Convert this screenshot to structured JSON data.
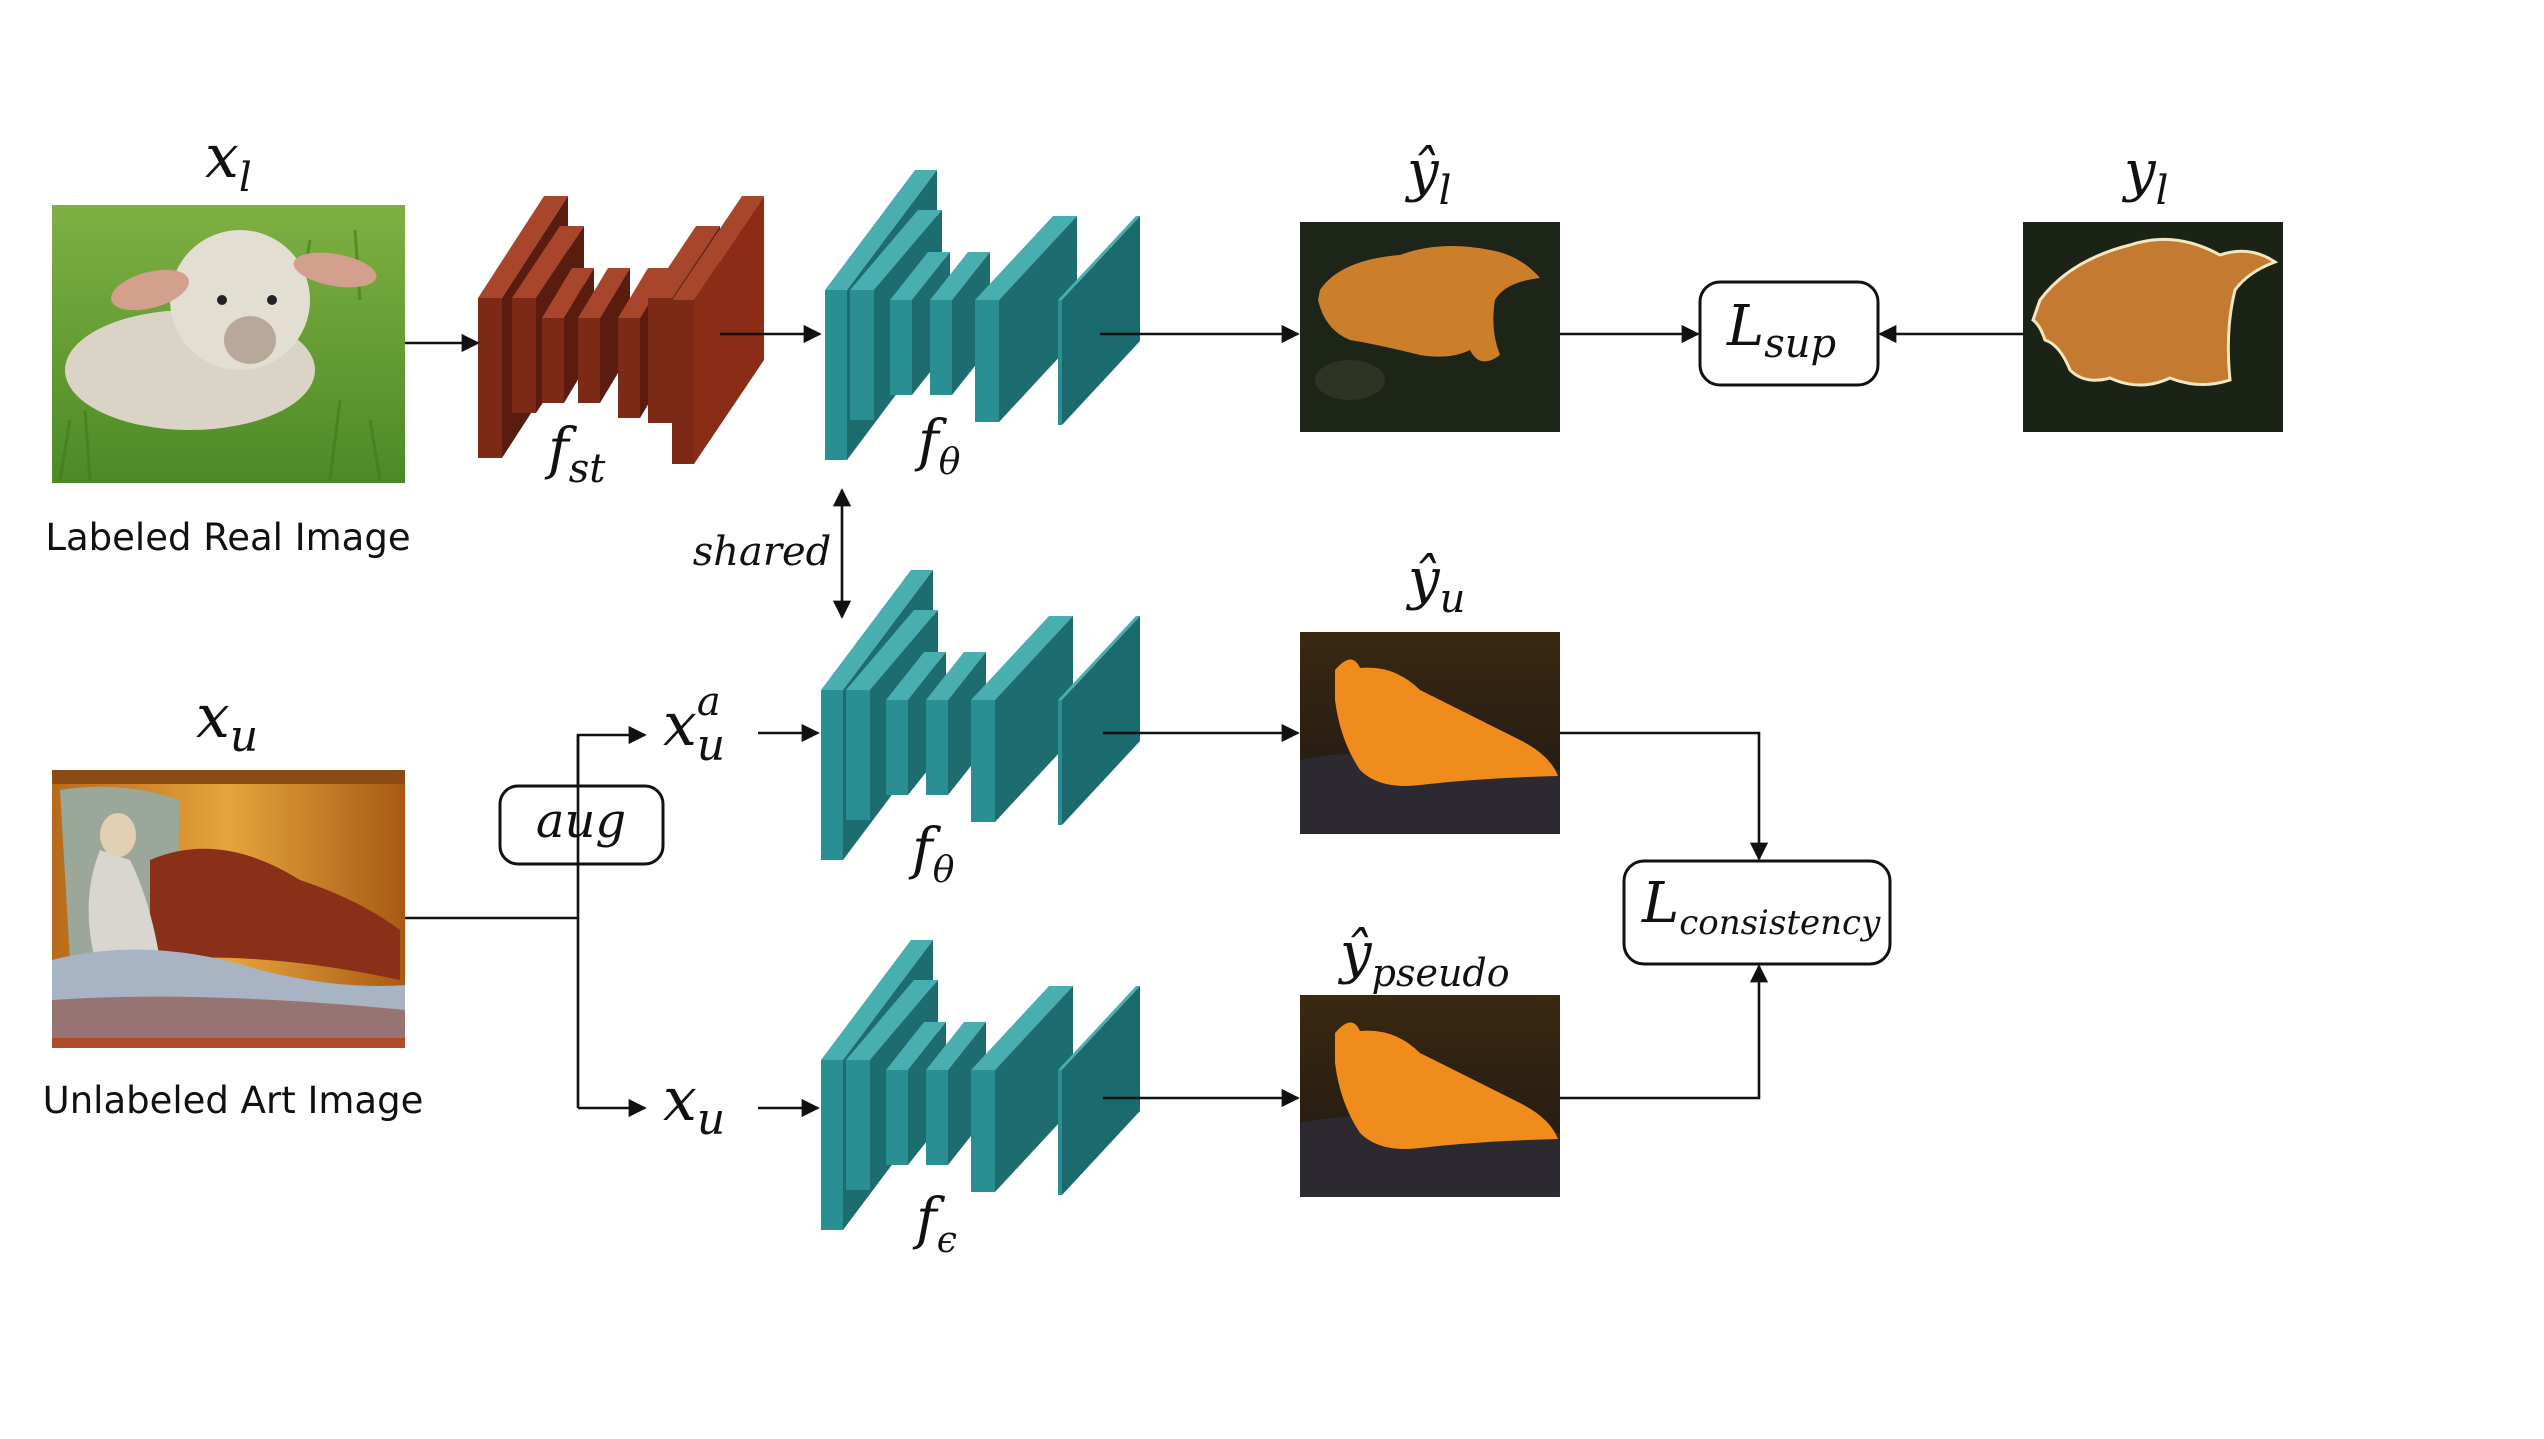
{
  "inputs": {
    "labeled": {
      "symbol": "x",
      "subscript": "l",
      "caption": "Labeled Real Image"
    },
    "unlabeled": {
      "symbol": "x",
      "subscript": "u",
      "caption": "Unlabeled Art Image"
    }
  },
  "networks": {
    "style_transfer": {
      "symbol": "f",
      "subscript": "st"
    },
    "student_top": {
      "symbol": "f",
      "subscript": "θ"
    },
    "student_bottom": {
      "symbol": "f",
      "subscript": "θ"
    },
    "teacher": {
      "symbol": "f",
      "subscript": "ϵ"
    }
  },
  "shared_label": "shared",
  "aug_label": "aug",
  "augmented_input": {
    "symbol": "x",
    "subscript": "u",
    "superscript": "a"
  },
  "plain_input": {
    "symbol": "x",
    "subscript": "u"
  },
  "outputs": {
    "pred_labeled": {
      "symbol": "ŷ",
      "subscript": "l"
    },
    "ground_truth": {
      "symbol": "y",
      "subscript": "l"
    },
    "pred_unlabeled": {
      "symbol": "ŷ",
      "subscript": "u"
    },
    "pred_pseudo": {
      "symbol": "ŷ",
      "subscript": "pseudo"
    }
  },
  "losses": {
    "supervised": {
      "symbol": "L",
      "subscript": "sup"
    },
    "consistency": {
      "symbol": "L",
      "subscript": "consistency"
    }
  },
  "colors": {
    "style_net": "#8b2c17",
    "student_net": "#2a8f93",
    "mask": "#f08c1c",
    "mask_outline": "#f3e7c0"
  }
}
